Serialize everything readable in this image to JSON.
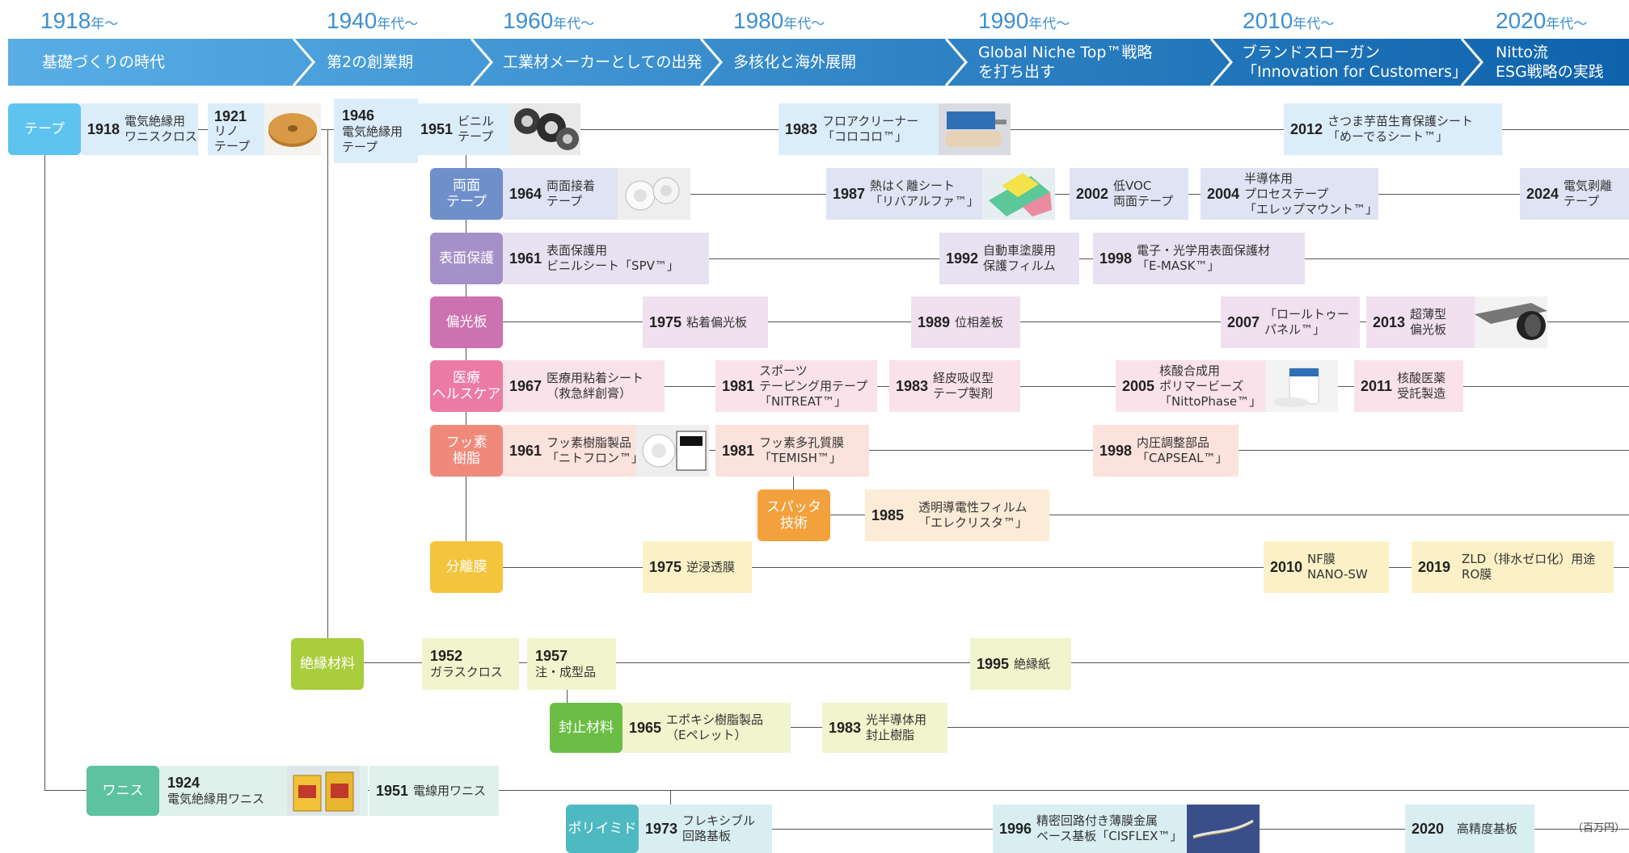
{
  "eras": [
    {
      "year": "1918",
      "suffix": "年～",
      "label": [
        "基礎づくりの時代"
      ]
    },
    {
      "year": "1940",
      "suffix": "年代～",
      "label": [
        "第2の創業期"
      ]
    },
    {
      "year": "1960",
      "suffix": "年代～",
      "label": [
        "工業材メーカーとしての出発"
      ]
    },
    {
      "year": "1980",
      "suffix": "年代～",
      "label": [
        "多核化と海外展開"
      ]
    },
    {
      "year": "1990",
      "suffix": "年代～",
      "label": [
        "Global Niche Top™戦略",
        "を打ち出す"
      ]
    },
    {
      "year": "2010",
      "suffix": "年代～",
      "label": [
        "ブランドスローガン",
        "「Innovation for Customers」"
      ]
    },
    {
      "year": "2020",
      "suffix": "年代～",
      "label": [
        "Nitto流",
        "ESG戦略の実践"
      ]
    }
  ],
  "nodes": {
    "tape": "テープ",
    "ryomen": "両面\nテープ",
    "hyomen": "表面保護",
    "henko": "偏光板",
    "iryo": "医療\nヘルスケア",
    "fusso": "フッ素\n樹脂",
    "sputter": "スパッタ\n技術",
    "bunri": "分離膜",
    "zetsuen": "絶縁材料",
    "fushi": "封止材料",
    "wanisu": "ワニス",
    "polyimide": "ポリイミド"
  },
  "events": {
    "tape": [
      {
        "year": "1918",
        "text": "電気絶縁用\nワニスクロス"
      },
      {
        "year": "1921",
        "text": "リノ\nテープ"
      },
      {
        "year": "1946",
        "text": "電気絶縁用\nテープ"
      },
      {
        "year": "1951",
        "text": "ビニル\nテープ"
      },
      {
        "year": "1983",
        "text": "フロアクリーナー\n「コロコロ™」"
      },
      {
        "year": "2012",
        "text": "さつま芋苗生育保護シート\n「めーでるシート™」"
      }
    ],
    "ryomen": [
      {
        "year": "1964",
        "text": "両面接着\nテープ"
      },
      {
        "year": "1987",
        "text": "熱はく離シート\n「リバアルファ™」"
      },
      {
        "year": "2002",
        "text": "低VOC\n両面テープ"
      },
      {
        "year": "2004",
        "text": "半導体用\nプロセステープ\n「エレップマウント™」"
      },
      {
        "year": "2024",
        "text": "電気剥離\nテープ"
      }
    ],
    "hyomen": [
      {
        "year": "1961",
        "text": "表面保護用\nビニルシート「SPV™」"
      },
      {
        "year": "1992",
        "text": "自動車塗膜用\n保護フィルム"
      },
      {
        "year": "1998",
        "text": "電子・光学用表面保護材\n「E-MASK™」"
      }
    ],
    "henko": [
      {
        "year": "1975",
        "text": "粘着偏光板"
      },
      {
        "year": "1989",
        "text": "位相差板"
      },
      {
        "year": "2007",
        "text": "「ロールトゥー\nパネル™」"
      },
      {
        "year": "2013",
        "text": "超薄型\n偏光板"
      }
    ],
    "iryo": [
      {
        "year": "1967",
        "text": "医療用粘着シート\n（救急絆創膏）"
      },
      {
        "year": "1981",
        "text": "スポーツ\nテーピング用テープ\n「NITREAT™」"
      },
      {
        "year": "1983",
        "text": "経皮吸収型\nテープ製剤"
      },
      {
        "year": "2005",
        "text": "核酸合成用\nポリマービーズ\n「NittoPhase™」"
      },
      {
        "year": "2011",
        "text": "核酸医薬\n受託製造"
      }
    ],
    "fusso": [
      {
        "year": "1961",
        "text": "フッ素樹脂製品\n「ニトフロン™」"
      },
      {
        "year": "1981",
        "text": "フッ素多孔質膜\n「TEMISH™」"
      },
      {
        "year": "1998",
        "text": "内圧調整部品\n「CAPSEAL™」"
      }
    ],
    "sputter": [
      {
        "year": "1985",
        "text": "透明導電性フィルム\n「エレクリスタ™」"
      }
    ],
    "bunri": [
      {
        "year": "1975",
        "text": "逆浸透膜"
      },
      {
        "year": "2010",
        "text": "NF膜\nNANO-SW"
      },
      {
        "year": "2019",
        "text": "ZLD（排水ゼロ化）用途\nRO膜"
      }
    ],
    "zetsuen": [
      {
        "year": "1952",
        "text": "ガラスクロス"
      },
      {
        "year": "1957",
        "text": "注・成型品"
      },
      {
        "year": "1995",
        "text": "絶縁紙"
      }
    ],
    "fushi": [
      {
        "year": "1965",
        "text": "エポキシ樹脂製品\n（Eペレット）"
      },
      {
        "year": "1983",
        "text": "光半導体用\n封止樹脂"
      }
    ],
    "wanisu": [
      {
        "year": "1924",
        "text": "電気絶縁用ワニス"
      },
      {
        "year": "1951",
        "text": "電線用ワニス"
      }
    ],
    "polyimide": [
      {
        "year": "1973",
        "text": "フレキシブル\n回路基板"
      },
      {
        "year": "1996",
        "text": "精密回路付き薄膜金属\nベース基板「CISFLEX™」"
      },
      {
        "year": "2020",
        "text": "高精度基板"
      }
    ]
  },
  "unit_label": "（百万円）",
  "colors": {
    "tape": "#5ec3ef",
    "ryomen": "#6f8fcb",
    "hyomen": "#a590c9",
    "henko": "#cd72b0",
    "iryo": "#ec7ba4",
    "fusso": "#ef8a7a",
    "sputter": "#f3a13c",
    "bunri": "#f3c43c",
    "zetsuen": "#a9cd3c",
    "fushi": "#6cbd46",
    "wanisu": "#5cc2a0",
    "polyimide": "#4fb9c2",
    "era_band_start": "#5aaee6",
    "era_band_end": "#0e62ab"
  }
}
